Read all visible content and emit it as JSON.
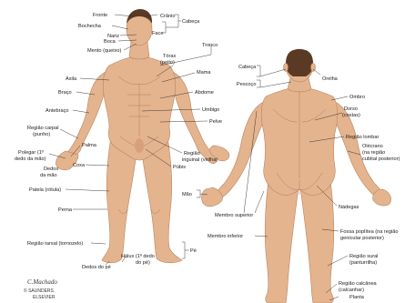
{
  "labels": {
    "fronte": "Fronte",
    "cranio": "Crânio",
    "bochecha": "Bochecha",
    "cabeca_front": "Cabeça",
    "face": "Face",
    "nariz": "Nariz",
    "boca": "Boca",
    "mento": "Mento (queixo)",
    "tronco": "Tronco",
    "torax_1": "Tórax",
    "torax_2": "(peito)",
    "mama": "Mama",
    "axila": "Axila",
    "abdome": "Abdome",
    "braco": "Braço",
    "umbigo": "Umbigo",
    "antebraco": "Antebraço",
    "pelve": "Pelve",
    "carpal_1": "Região carpal",
    "carpal_2": "(punho)",
    "palma": "Palma",
    "polegar_1": "Polegar (1º",
    "polegar_2": "dedo da mão)",
    "inguinal_1": "Região",
    "inguinal_2": "inguinal (virilha)",
    "dedos_mao_1": "Dedos",
    "dedos_mao_2": "da mão",
    "pubis": "Púbis",
    "coxa": "Coxa",
    "patela": "Patela (rótula)",
    "perna": "Perna",
    "tarsal": "Região tarsal (tornozelo)",
    "halux_1": "Hálux (1º dedo",
    "halux_2": "do pé)",
    "dedos_pe": "Dedos do pé",
    "pe": "Pé",
    "cabeca_back": "Cabeça",
    "pescoco": "Pescoço",
    "orelha": "Orelha",
    "ombro": "Ombro",
    "dorso_1": "Dorso",
    "dorso_2": "(costas)",
    "lombar": "Região lombar",
    "olecrano_1": "Olécrano",
    "olecrano_2": "(na região",
    "olecrano_3": "cubital posterior)",
    "mao": "Mão",
    "nadegas": "Nádegas",
    "membro_superior": "Membro superior",
    "membro_inferior": "Membro inferior",
    "poplitea_1": "Fossa poplítea (na região",
    "poplitea_2": "genicular posterior)",
    "sural_1": "Região sural",
    "sural_2": "(panturrilha)",
    "calcanea_1": "Região calcânea",
    "calcanea_2": "(calcanhar)",
    "planta": "Planta"
  },
  "signature": {
    "artist": "C.Machado",
    "publisher": "© SAUNDERS",
    "imprint": "ELSEVIER"
  },
  "colors": {
    "skin": "#e4b48e",
    "skin_shadow": "#d8a07a",
    "hair": "#5a3a24",
    "background": "#ffffff"
  }
}
